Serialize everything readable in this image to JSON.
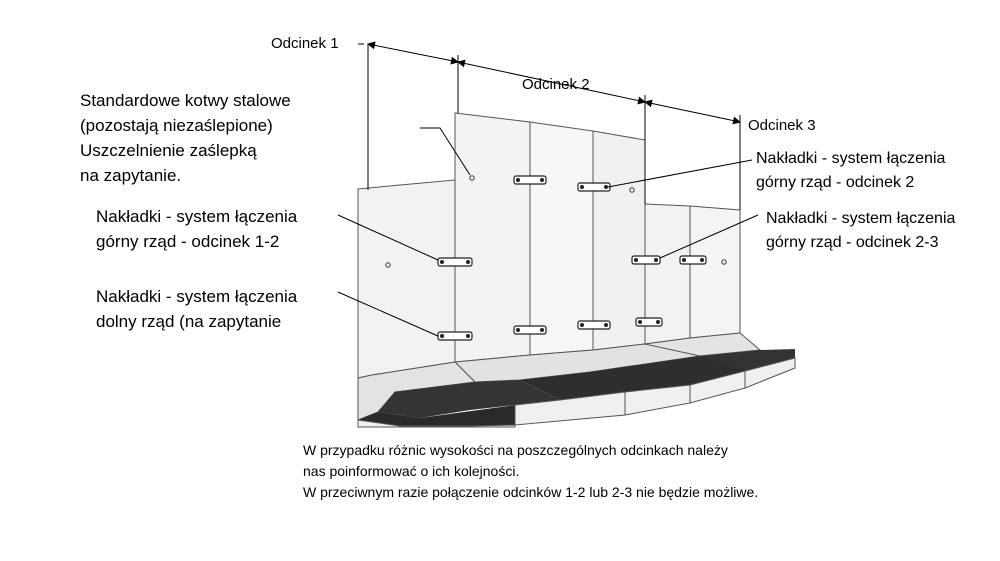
{
  "segments": [
    {
      "id": "s1",
      "label": "Odcinek 1"
    },
    {
      "id": "s2",
      "label": "Odcinek 2"
    },
    {
      "id": "s3",
      "label": "Odcinek 3"
    }
  ],
  "left_labels": {
    "anchors": [
      "Standardowe kotwy stalowe",
      "(pozostają niezaślepione)",
      "Uszczelnienie zaślepką",
      "na zapytanie."
    ],
    "top_row_12": [
      "Nakładki - system łączenia",
      "górny rząd - odcinek 1-2"
    ],
    "bottom_row": [
      "Nakładki - system łączenia",
      "dolny rząd (na zapytanie"
    ]
  },
  "right_labels": {
    "top_row_2": [
      "Nakładki - system łączenia",
      "górny rząd - odcinek 2"
    ],
    "top_row_23": [
      "Nakładki - system łączenia",
      "górny rząd - odcinek 2-3"
    ]
  },
  "note": [
    "W przypadku różnic wysokości na poszczególnych odcinkach należy",
    "nas poinformować o ich kolejności.",
    "W przeciwnym razie połączenie odcinków 1-2 lub 2-3 nie będzie możliwe."
  ],
  "colors": {
    "panel": "#f4f4f4",
    "panel_shade": "#e2e2e2",
    "footing": "#333333",
    "line": "#444444"
  }
}
